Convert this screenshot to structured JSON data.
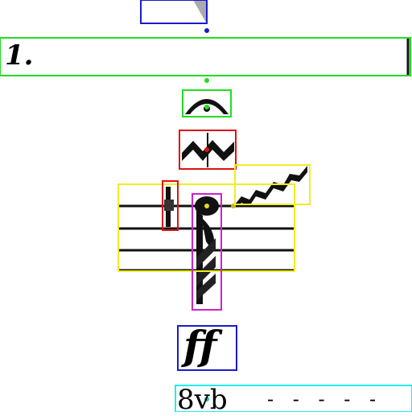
{
  "symbols": {
    "measure_number": "1.",
    "dynamic": "ff",
    "octave": "8vb",
    "octave_line": "- - - - -"
  },
  "colors": {
    "blue": "#1a1acc",
    "green": "#22dd22",
    "red": "#dd1111",
    "yellow": "#eeee22",
    "magenta": "#cc22cc",
    "cyan": "#22eeee"
  }
}
